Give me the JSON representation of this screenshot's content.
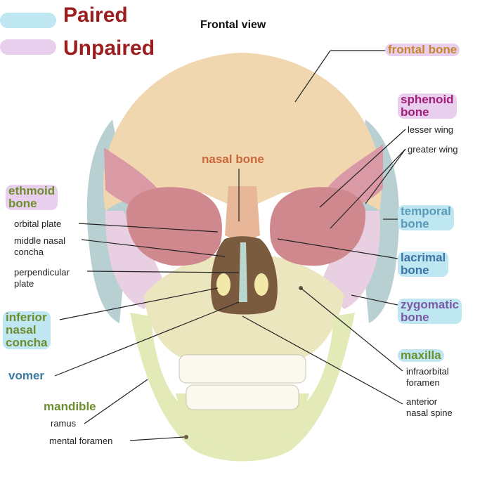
{
  "title": "Frontal view",
  "legend": {
    "paired": {
      "label": "Paired",
      "color": "#bfe7f2"
    },
    "unpaired": {
      "label": "Unpaired",
      "color": "#e9cfee"
    }
  },
  "labels": {
    "frontal_bone": "frontal bone",
    "sphenoid_bone": "sphenoid\nbone",
    "lesser_wing": "lesser wing",
    "greater_wing": "greater wing",
    "nasal_bone": "nasal bone",
    "ethmoid_bone": "ethmoid\nbone",
    "orbital_plate": "orbital plate",
    "middle_nasal_concha": "middle nasal\nconcha",
    "perpendicular_plate": "perpendicular\nplate",
    "temporal_bone": "temporal\nbone",
    "lacrimal_bone": "lacrimal\nbone",
    "inferior_nasal_concha": "inferior\nnasal\nconcha",
    "zygomatic_bone": "zygomatic\nbone",
    "maxilla": "maxilla",
    "infraorbital_foramen": "infraorbital\nforamen",
    "vomer": "vomer",
    "anterior_nasal_spine": "anterior\nnasal spine",
    "mandible": "mandible",
    "ramus": "ramus",
    "mental_foramen": "mental foramen"
  },
  "colors": {
    "frontal": "#f0d7b0",
    "sphenoid": "#d99aa6",
    "temporal": "#b9d0d2",
    "zygomatic": "#e8cfe1",
    "maxilla": "#ece6bf",
    "mandible": "#e3eab8",
    "nasal": "#e8b79a",
    "orbit": "#d0888f",
    "cavity": "#7b5b3f",
    "frontal_label": "#c8862d",
    "sphenoid_label": "#a11d7a",
    "nasal_label": "#c9673a",
    "ethmoid_label": "#6f8d2f",
    "temporal_label": "#5a9ab9",
    "lacrimal_label": "#3b74a6",
    "zygomatic_label": "#7a5aa6",
    "maxilla_label": "#6c8f2d",
    "vomer_label": "#3a7aa3",
    "mandible_label": "#6c8f2d"
  }
}
